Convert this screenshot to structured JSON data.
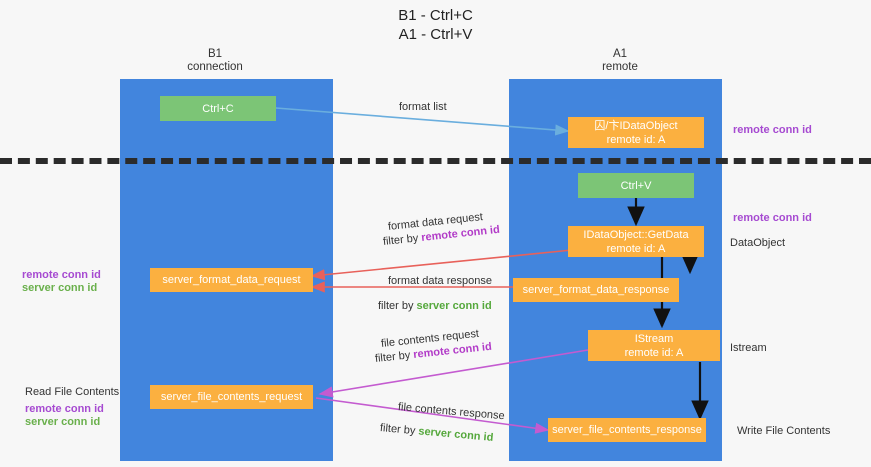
{
  "title": {
    "line1": "B1 - Ctrl+C",
    "line2": "A1 - Ctrl+V"
  },
  "lanes": [
    {
      "id": "b1",
      "name": "B1",
      "role": "connection",
      "color": "#4285dd"
    },
    {
      "id": "a1",
      "name": "A1",
      "role": "remote",
      "color": "#4285dd"
    }
  ],
  "colors": {
    "lane": "#4285dd",
    "green_box": "#7cc576",
    "orange_box": "#fbb040",
    "remote_conn_id": "#b23cc8",
    "server_conn_id": "#55a83c",
    "divider": "#2b2b2b",
    "arrow_format_list": "#6aaede",
    "arrow_format_data": "#e8615a",
    "arrow_file_contents": "#c45bd0",
    "arrow_black": "#111111",
    "page_bg": "#f7f7f7"
  },
  "boxes": {
    "ctrl_c": {
      "label": "Ctrl+C",
      "style": "green"
    },
    "idataobject_top": {
      "label": "囚/卞IDataObject",
      "sub": "remote id: A",
      "style": "orange"
    },
    "ctrl_v": {
      "label": "Ctrl+V",
      "style": "green"
    },
    "getdata": {
      "label": "IDataObject::GetData",
      "sub": "remote id: A",
      "style": "orange"
    },
    "server_format_data_request": {
      "label": "server_format_data_request",
      "style": "orange"
    },
    "server_format_data_response": {
      "label": "server_format_data_response",
      "style": "orange"
    },
    "istream": {
      "label": "IStream",
      "sub": "remote id: A",
      "style": "orange"
    },
    "server_file_contents_request": {
      "label": "server_file_contents_request",
      "style": "orange"
    },
    "server_file_contents_response": {
      "label": "server_file_contents_response",
      "style": "orange"
    }
  },
  "edge_labels": {
    "format_list": "format list",
    "format_data_request": "format data request",
    "format_data_request_filter_prefix": "filter by ",
    "format_data_request_filter_key": "remote conn id",
    "format_data_response": "format data response",
    "format_data_response_filter_prefix": "filter by ",
    "format_data_response_filter_key": "server conn id",
    "file_contents_request": "file contents request",
    "file_contents_request_filter_prefix": "filter by ",
    "file_contents_request_filter_key": "remote conn id",
    "file_contents_response": "file contents response",
    "file_contents_response_filter_prefix": "filter by ",
    "file_contents_response_filter_key": "server conn id"
  },
  "annotations": {
    "right_remote_conn_id_top": "remote conn id",
    "right_remote_conn_id_mid": "remote conn id",
    "right_dataobject": "DataObject",
    "right_istream": "Istream",
    "right_write_file_contents": "Write File Contents",
    "left_remote_conn_id_mid": "remote conn id",
    "left_server_conn_id_mid": "server conn id",
    "left_read_file_contents": "Read File Contents",
    "left_remote_conn_id_bottom": "remote conn id",
    "left_server_conn_id_bottom": "server conn id"
  }
}
